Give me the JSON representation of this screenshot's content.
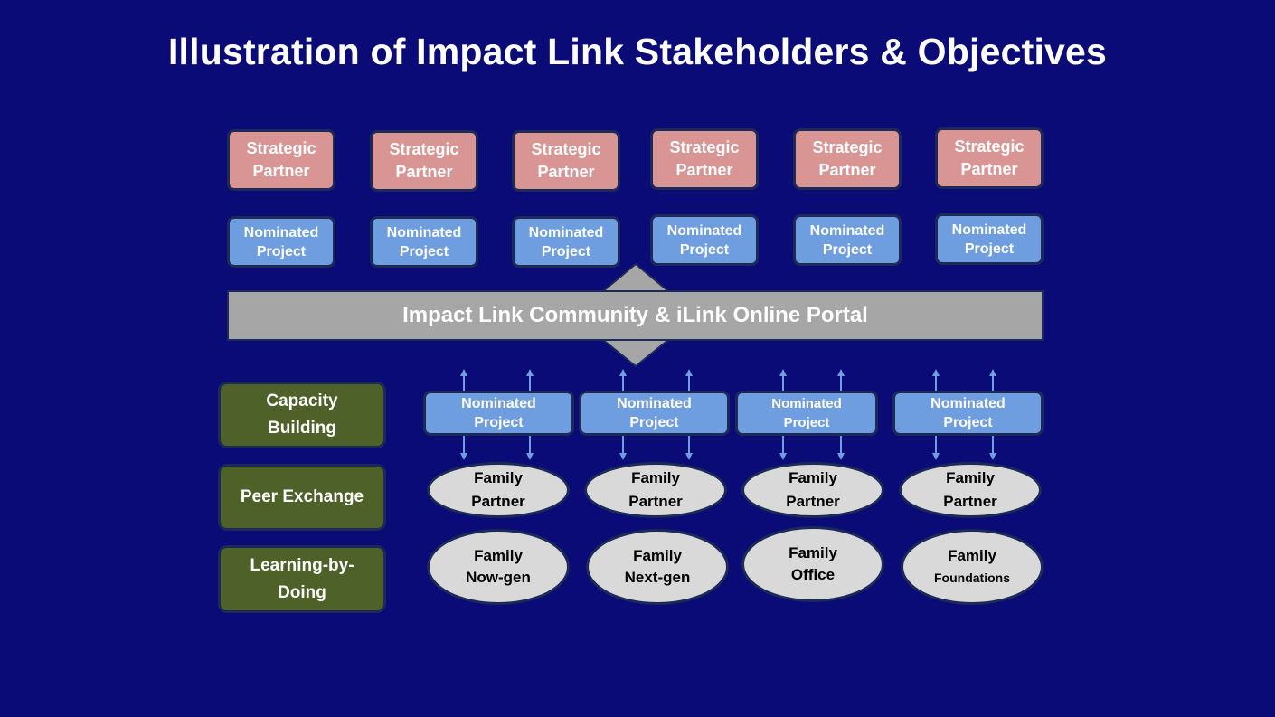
{
  "title": "Illustration of Impact Link Stakeholders & Objectives",
  "strategic_partners": [
    {
      "line1": "Strategic",
      "line2": "Partner"
    },
    {
      "line1": "Strategic",
      "line2": "Partner"
    },
    {
      "line1": "Strategic",
      "line2": "Partner"
    },
    {
      "line1": "Strategic",
      "line2": "Partner"
    },
    {
      "line1": "Strategic",
      "line2": "Partner"
    },
    {
      "line1": "Strategic",
      "line2": "Partner"
    }
  ],
  "top_projects": [
    {
      "line1": "Nominated",
      "line2": "Project"
    },
    {
      "line1": "Nominated",
      "line2": "Project"
    },
    {
      "line1": "Nominated",
      "line2": "Project"
    },
    {
      "line1": "Nominated",
      "line2": "Project"
    },
    {
      "line1": "Nominated",
      "line2": "Project"
    },
    {
      "line1": "Nominated",
      "line2": "Project"
    }
  ],
  "portal": "Impact Link Community & iLink Online Portal",
  "objectives": [
    {
      "line1": "Capacity",
      "line2": "Building"
    },
    {
      "line1": "Peer Exchange"
    },
    {
      "line1": "Learning-by-",
      "line2": "Doing"
    }
  ],
  "bottom_projects": [
    {
      "line1": "Nominated",
      "line2": "Project"
    },
    {
      "line1": "Nominated",
      "line2": "Project"
    },
    {
      "line1": "Nominated",
      "line2": "Project"
    },
    {
      "line1": "Nominated",
      "line2": "Project"
    }
  ],
  "family_partners": [
    {
      "line1": "Family",
      "line2": "Partner"
    },
    {
      "line1": "Family",
      "line2": "Partner"
    },
    {
      "line1": "Family",
      "line2": "Partner"
    },
    {
      "line1": "Family",
      "line2": "Partner"
    }
  ],
  "family_types": [
    {
      "line1": "Family",
      "line2": "Now-gen"
    },
    {
      "line1": "Family",
      "line2": "Next-gen"
    },
    {
      "line1": "Family",
      "line2": "Office"
    },
    {
      "line1": "Family",
      "line2": "Foundations"
    }
  ],
  "colors": {
    "background": "#0b0b78",
    "strategic_partner": "#d99594",
    "nominated_project": "#6f9ee0",
    "objective": "#4e6128",
    "portal": "#a6a6a6",
    "family": "#d9d9d9"
  }
}
